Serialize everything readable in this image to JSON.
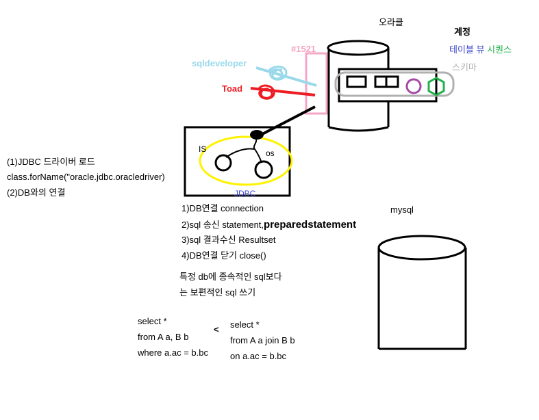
{
  "oracle": {
    "label": "오라클",
    "account_label": "계정",
    "objects": {
      "table": "테이블",
      "view": "뷰",
      "synonym": "시퀀스"
    },
    "schema_label": "스키마",
    "port": "#1521"
  },
  "tools": {
    "sqldeveloper": "sqldeveloper",
    "toad": "Toad"
  },
  "jdbc": {
    "is_label": "IS",
    "os_label": "os",
    "label": "JDBC"
  },
  "mysql_label": "mysql",
  "left_steps": [
    "(1)JDBC 드라이버 로드",
    "class.forName(\"oracle.jdbc.oracledriver)",
    "(2)DB와의 연결"
  ],
  "steps": {
    "s1": "1)DB연결 connection",
    "s2": "2)sql 송신 statement,",
    "s2_extra": "preparedstatement",
    "s3": "3)sql 결과수신 Resultset",
    "s4": "4)DB연결 닫기 close()"
  },
  "note": {
    "line1": "특정 db에 종속적인 sql보다",
    "line2": "는 보편적인 sql 쓰기"
  },
  "sql_left": [
    "select *",
    "from A a, B b",
    "where a.ac = b.bc"
  ],
  "comparison": "<",
  "sql_right": [
    "select *",
    "from A a join B b",
    "on a.ac = b.bc"
  ],
  "colors": {
    "port": "#f4a6c4",
    "sqldeveloper": "#99d9ea",
    "toad": "#ed1c24",
    "table": "#3f48cc",
    "view": "#3f48cc",
    "synonym": "#22b14c",
    "schema": "#b0b0b0",
    "jdbc_oval": "#fff200",
    "jdbc_label": "#3f48cc",
    "circle_purple": "#a349a4",
    "hex_green": "#22b14c"
  }
}
